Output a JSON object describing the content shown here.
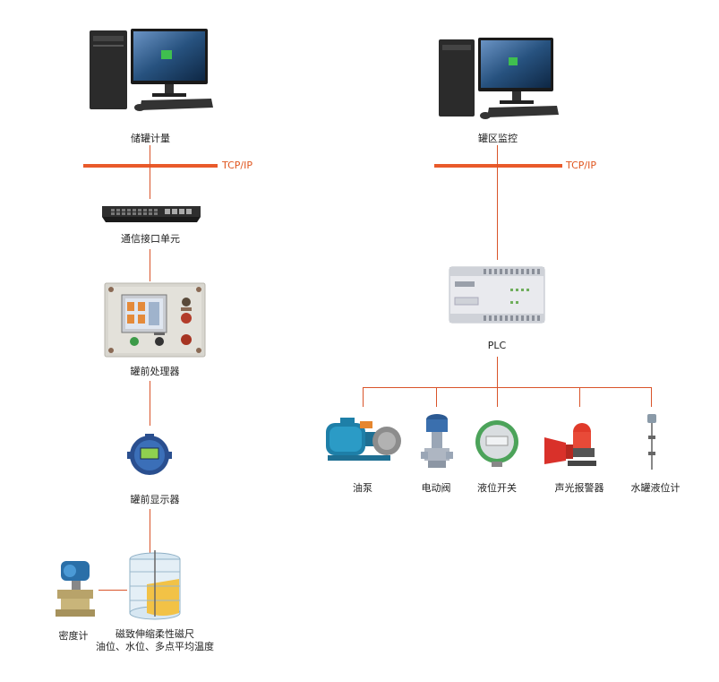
{
  "left": {
    "pc_label": "储罐计量",
    "tcp_label": "TCP/IP",
    "switch_label": "通信接口单元",
    "processor_label": "罐前处理器",
    "display_label": "罐前显示器",
    "density_label": "密度计",
    "magnet_label_1": "磁致伸缩柔性磁尺",
    "magnet_label_2": "油位、水位、多点平均温度"
  },
  "right": {
    "pc_label": "罐区监控",
    "tcp_label": "TCP/IP",
    "plc_label": "PLC",
    "devices": [
      "油泵",
      "电动阀",
      "液位开关",
      "声光报警器",
      "水罐液位计"
    ]
  },
  "colors": {
    "line": "#e95a2a",
    "tcp_text": "#e0561f"
  }
}
